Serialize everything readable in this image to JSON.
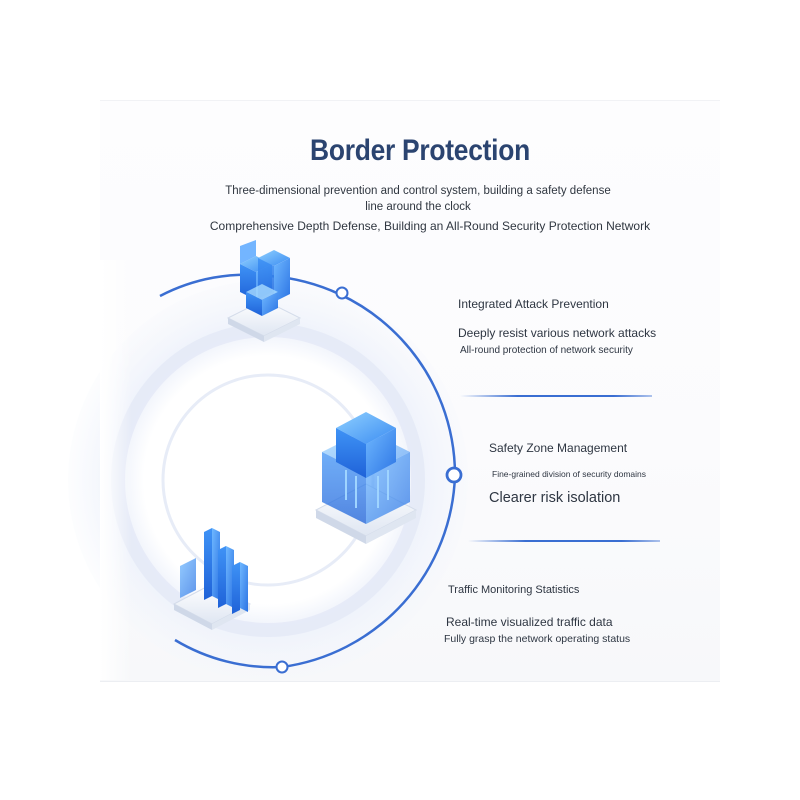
{
  "header": {
    "title": "Border Protection",
    "subtitle_line1": "Three-dimensional prevention and control system, building a safety defense line around the clock",
    "subtitle_line2": "Comprehensive Depth Defense, Building an All-Round Security Protection Network"
  },
  "features": [
    {
      "name": "Integrated Attack Prevention",
      "line1": "Deeply resist various network attacks",
      "line2": "All-round protection of network security",
      "icon": "cube-cluster-icon"
    },
    {
      "name": "Safety Zone Management",
      "line1": "Fine-grained division of security domains",
      "line2": "Clearer risk isolation",
      "icon": "shield-cube-icon"
    },
    {
      "name": "Traffic Monitoring Statistics",
      "line1": "Real-time visualized traffic data",
      "line2": "Fully grasp the network operating status",
      "icon": "bar-chart-icon"
    }
  ],
  "colors": {
    "accent": "#3a6ed2",
    "title": "#2b4470",
    "icon_blue": "#3d8ef5",
    "ring": "#e6ecf8"
  }
}
